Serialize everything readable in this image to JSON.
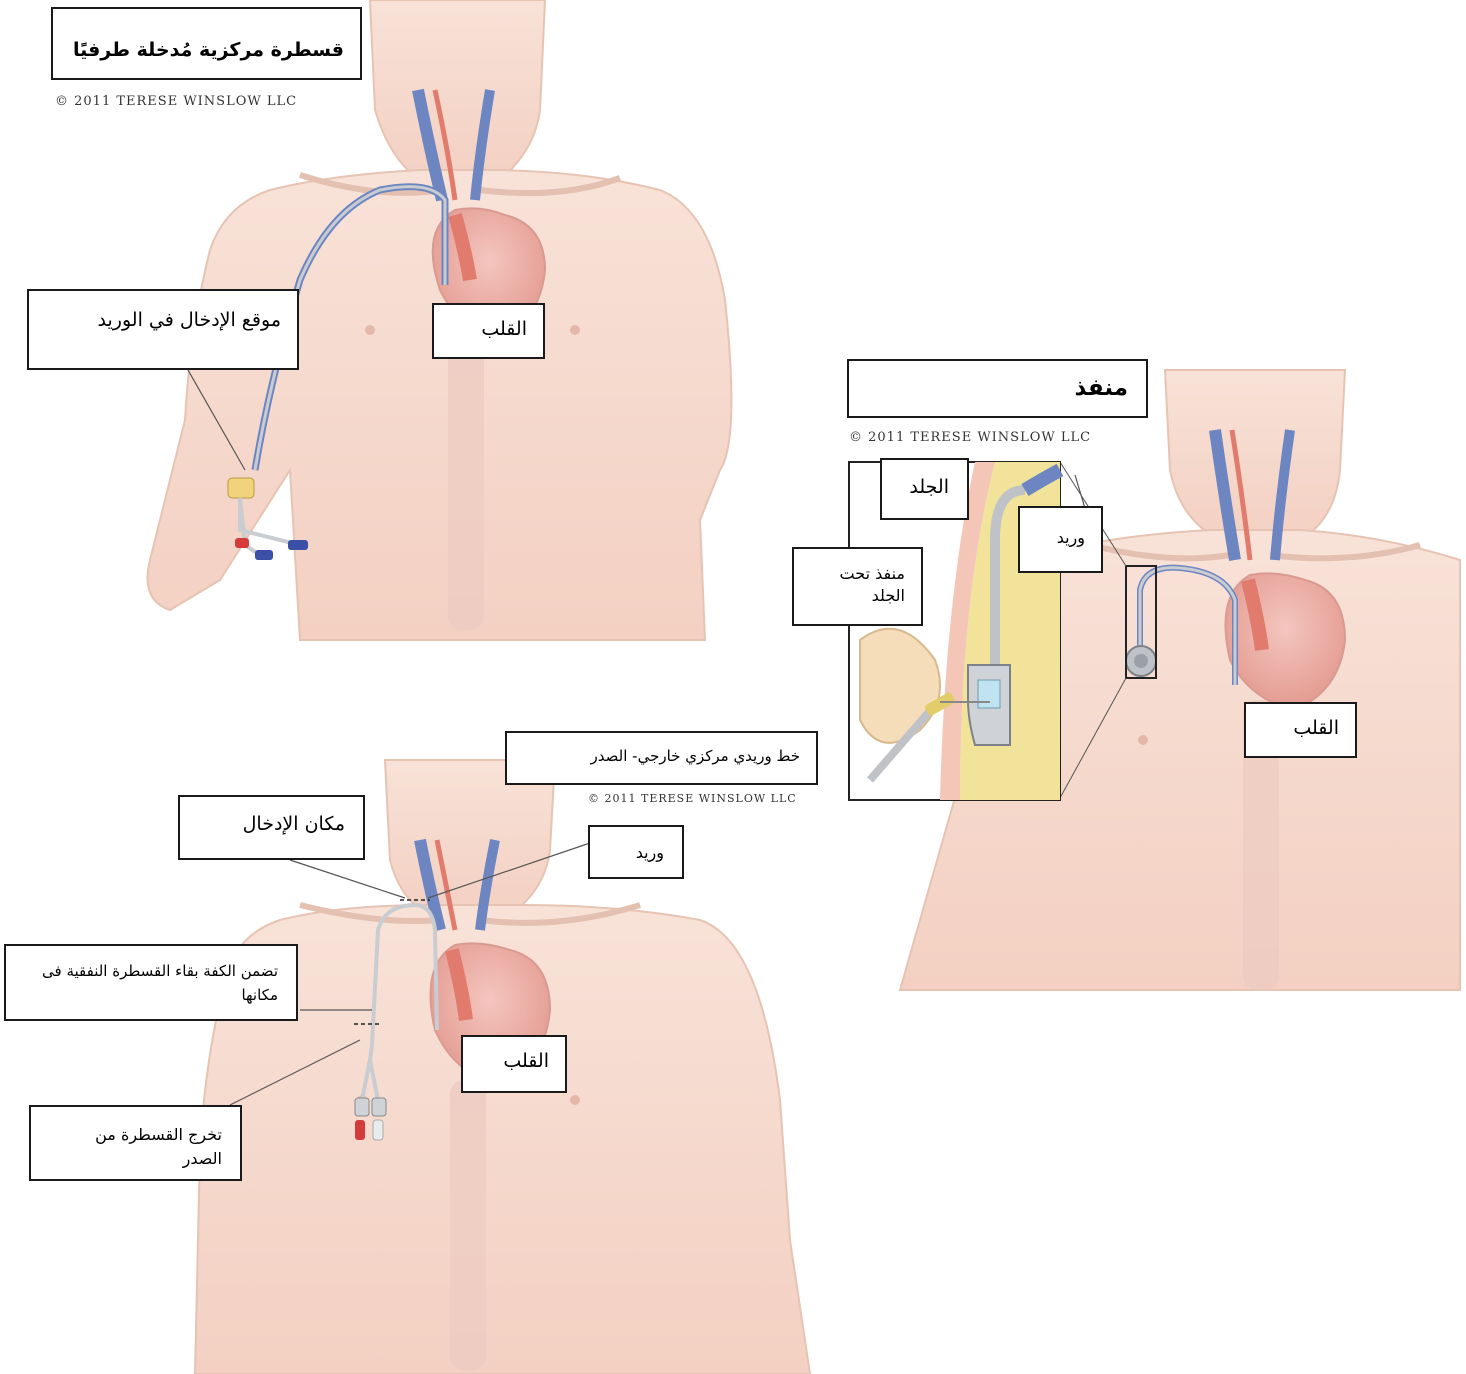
{
  "panels": {
    "picc": {
      "title": "قسطرة مركزية مُدخلة طرفيًا",
      "copyright": "© 2011 TERESE WINSLOW LLC",
      "labels": {
        "insertion_site": "موقع الإدخال في الوريد",
        "heart": "القلب"
      }
    },
    "port": {
      "title": "منفذ",
      "copyright": "© 2011 TERESE WINSLOW LLC",
      "labels": {
        "skin": "الجلد",
        "vein": "وريد",
        "subcutaneous_port": "منفذ تحت الجلد",
        "heart": "القلب"
      }
    },
    "tunneled": {
      "title": "خط وريدي مركزي خارجي- الصدر",
      "copyright": "© 2011 TERESE WINSLOW LLC",
      "labels": {
        "insertion_place": "مكان الإدخال",
        "vein": "وريد",
        "cuff": "تضمن الكفة بقاء القسطرة النفقية فى مكانها",
        "exit": "تخرج القسطرة من الصدر",
        "heart": "القلب"
      }
    }
  },
  "colors": {
    "skin": "#f6d9cc",
    "skin_shade": "#e9bfae",
    "vein": "#6d86c2",
    "artery": "#e07b6d",
    "heart": "#e8a9a0",
    "catheter": "#c9ccd1",
    "fat": "#f2e39a"
  }
}
